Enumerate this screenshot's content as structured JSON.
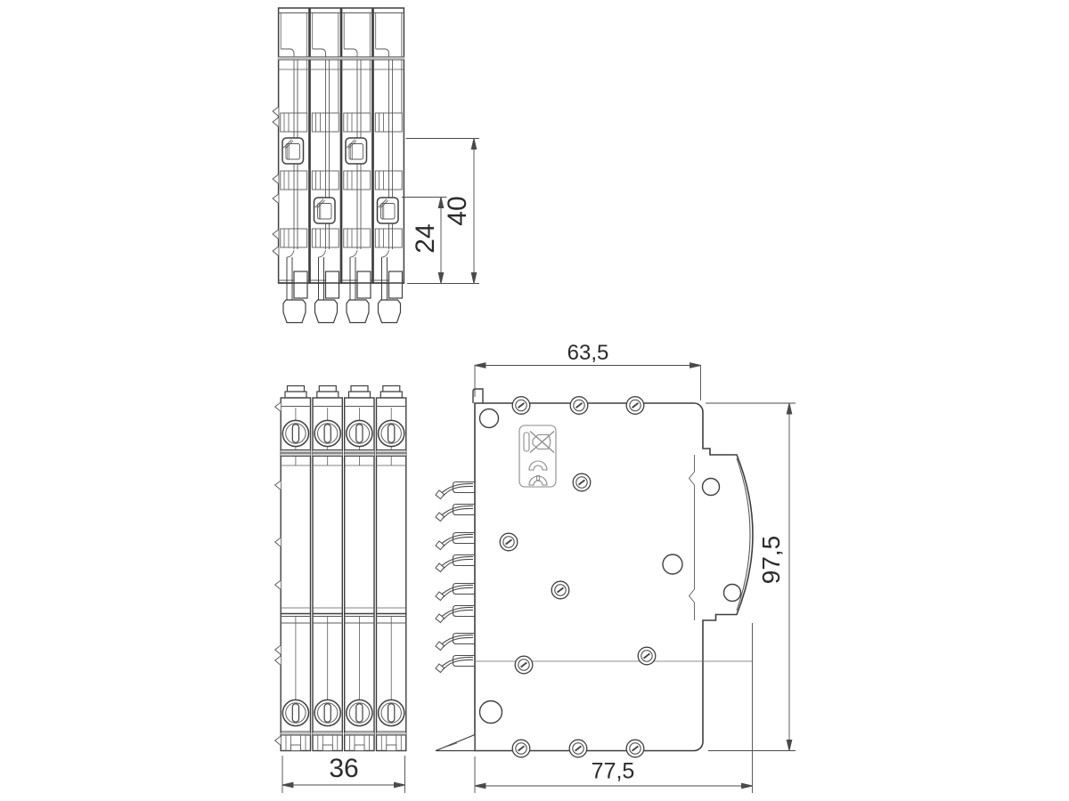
{
  "drawing": {
    "type": "technical-dimension-drawing",
    "subject": "4-pole DIN-rail plug-in module, three orthographic views",
    "colors": {
      "background": "#ffffff",
      "outline": "#3f3f3f",
      "detail": "#5a5a5a",
      "dimension_lines": "#4a4a4a",
      "text": "#2b2b2b",
      "label_plate": "#8a8a8a"
    },
    "dimensions": {
      "top_view": {
        "pin_row_upper_mm": "40",
        "pin_row_lower_mm": "24"
      },
      "front_view": {
        "width_mm": "36"
      },
      "side_view": {
        "depth_body_mm": "63,5",
        "depth_total_mm": "77,5",
        "height_mm": "97,5"
      }
    },
    "label_plate_icons": [
      "no-screwdriver-icon",
      "din-rail-hook-icon",
      "din-rail-release-icon"
    ]
  }
}
